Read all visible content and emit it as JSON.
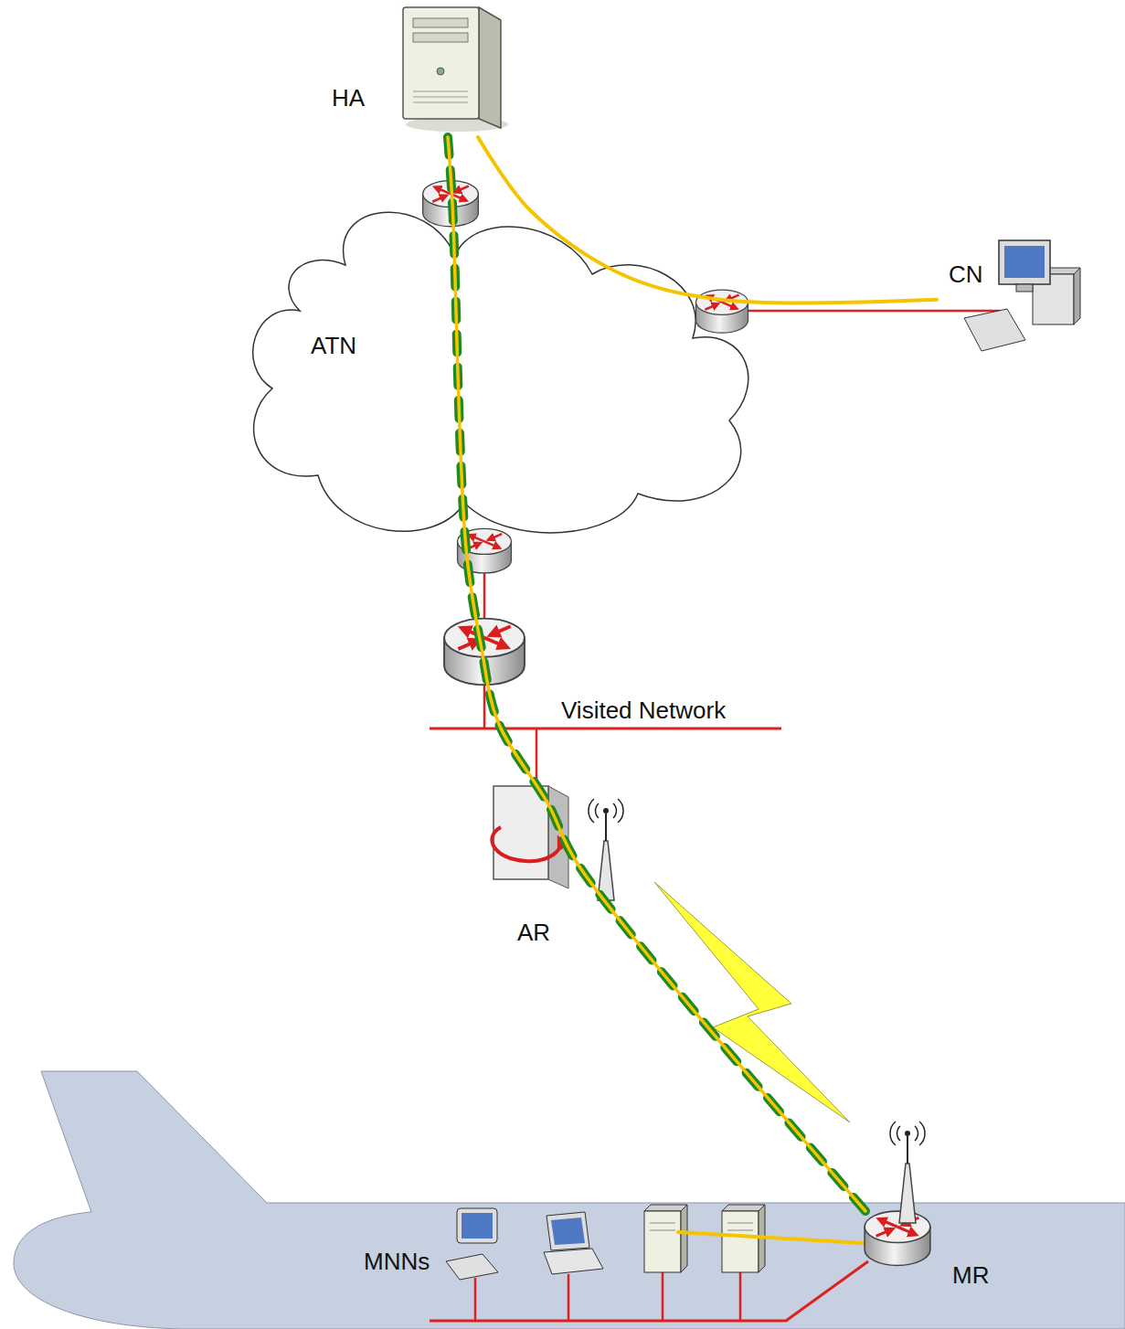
{
  "diagram": {
    "nodes": [
      {
        "text": [
          "HA"
        ]
      },
      {
        "text": [
          "ATN"
        ]
      },
      {
        "text": [
          "CN"
        ]
      },
      {
        "text": [
          "AR"
        ]
      },
      {
        "text": [
          "MNNs"
        ]
      },
      {
        "text": [
          "MR"
        ],
        "in": 4
      }
    ],
    "edges": [
      {
        "from": 0,
        "to": 2,
        "arrow": "none"
      },
      {
        "from": 0,
        "to": 5,
        "arrow": "none"
      },
      {
        "from": 0,
        "to": 5,
        "arrow": "none"
      }
    ],
    "labels": [
      "Visited Network"
    ]
  }
}
